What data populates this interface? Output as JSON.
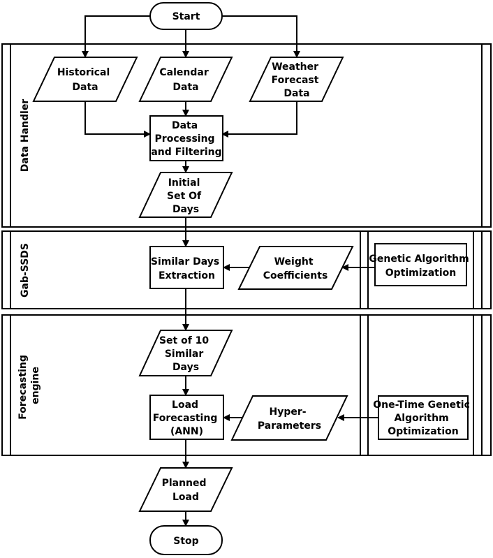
{
  "lanes": {
    "data_handler": "Data Handler",
    "gab_ssds": "Gab-SSDS",
    "forecasting_engine": [
      "Forecasting",
      "engine"
    ]
  },
  "nodes": {
    "start": [
      "Start"
    ],
    "historical_data": [
      "Historical",
      "Data"
    ],
    "calendar_data": [
      "Calendar",
      "Data"
    ],
    "weather_forecast_data": [
      "Weather",
      "Forecast",
      "Data"
    ],
    "data_processing": [
      "Data",
      "Processing",
      "and Filtering"
    ],
    "initial_set": [
      "Initial",
      "Set Of",
      "Days"
    ],
    "similar_days_extraction": [
      "Similar Days",
      "Extraction"
    ],
    "weight_coefficients": [
      "Weight",
      "Coefficients"
    ],
    "genetic_algorithm": [
      "Genetic Algorithm",
      "Optimization"
    ],
    "set_of_10": [
      "Set of 10",
      "Similar",
      "Days"
    ],
    "load_forecasting": [
      "Load",
      "Forecasting",
      "(ANN)"
    ],
    "hyper_parameters": [
      "Hyper-",
      "Parameters"
    ],
    "one_time_ga": [
      "One-Time Genetic",
      "Algorithm",
      "Optimization"
    ],
    "planned_load": [
      "Planned",
      "Load"
    ],
    "stop": [
      "Stop"
    ]
  }
}
